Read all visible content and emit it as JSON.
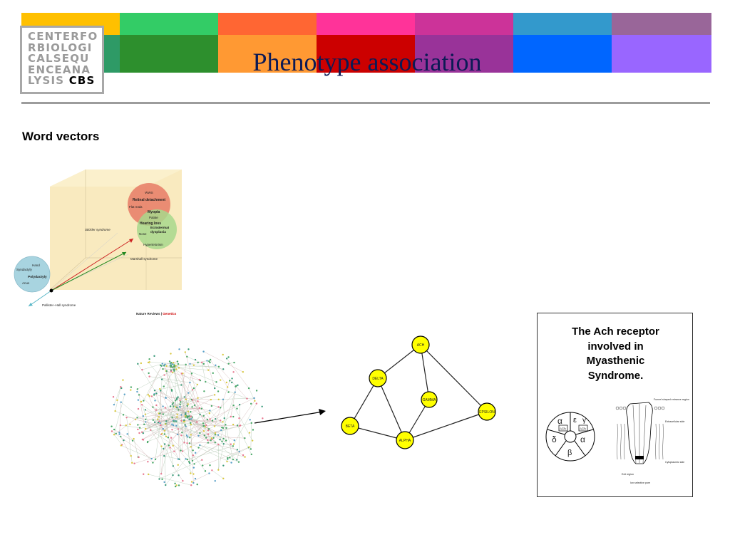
{
  "header": {
    "title": "Phenotype association",
    "band_top_colors": [
      "#ffc000",
      "#33cc66",
      "#ff6633",
      "#ff3399",
      "#cc3399",
      "#3399cc",
      "#996699"
    ],
    "band_bottom_colors": [
      "#2e9a66",
      "#2d8f2d",
      "#ff9933",
      "#cc0000",
      "#993399",
      "#0066ff",
      "#9966ff"
    ]
  },
  "logo": {
    "lines": [
      "CENTERFO",
      "RBIOLOGI",
      "CALSEQU",
      "ENCEANA"
    ],
    "last_line_prefix": "LYSIS",
    "last_line_bold": "CBS"
  },
  "subtitle": "Word vectors",
  "word_vectors_figure": {
    "top_circle": [
      "WWS",
      "Retinal detachment",
      "Flat mala",
      "Myopia",
      "Palate",
      "Hearing loss"
    ],
    "green_circle": [
      "Nose",
      "Ectodermal dysplasia",
      "Hypertelorism"
    ],
    "blue_circle": [
      "Hand",
      "Syndactyly",
      "Polydactyly",
      "Anus"
    ],
    "axis_labels": [
      "Stickler syndrome",
      "Marshall syndrome",
      "Pallister–Hall syndrome"
    ],
    "credit_journal": "Nature Reviews",
    "credit_section": "Genetics",
    "colors": {
      "red_circle": "#e8826a",
      "green_circle": "#a8d88c",
      "blue_circle": "#a8d4e0",
      "box": "#f8e8b8"
    }
  },
  "graph": {
    "nodes": [
      "ACH",
      "DELTA",
      "GAMMA",
      "EPSILON",
      "BETA",
      "ALPHA"
    ],
    "node_color": "#ffff00"
  },
  "receptor": {
    "caption": [
      "The Ach receptor",
      "involved in",
      "Myasthenic",
      "Syndrome."
    ],
    "wheel_symbols": [
      "α",
      "ε",
      "γ",
      "δ",
      "β",
      "α"
    ],
    "wheel_labels": [
      "ACh",
      "ACh"
    ],
    "cross_section_labels": [
      "Funnel shaped entrance region",
      "Extracellular side",
      "Cytoplasmic side",
      "Exit region",
      "Ion selective pore"
    ]
  }
}
